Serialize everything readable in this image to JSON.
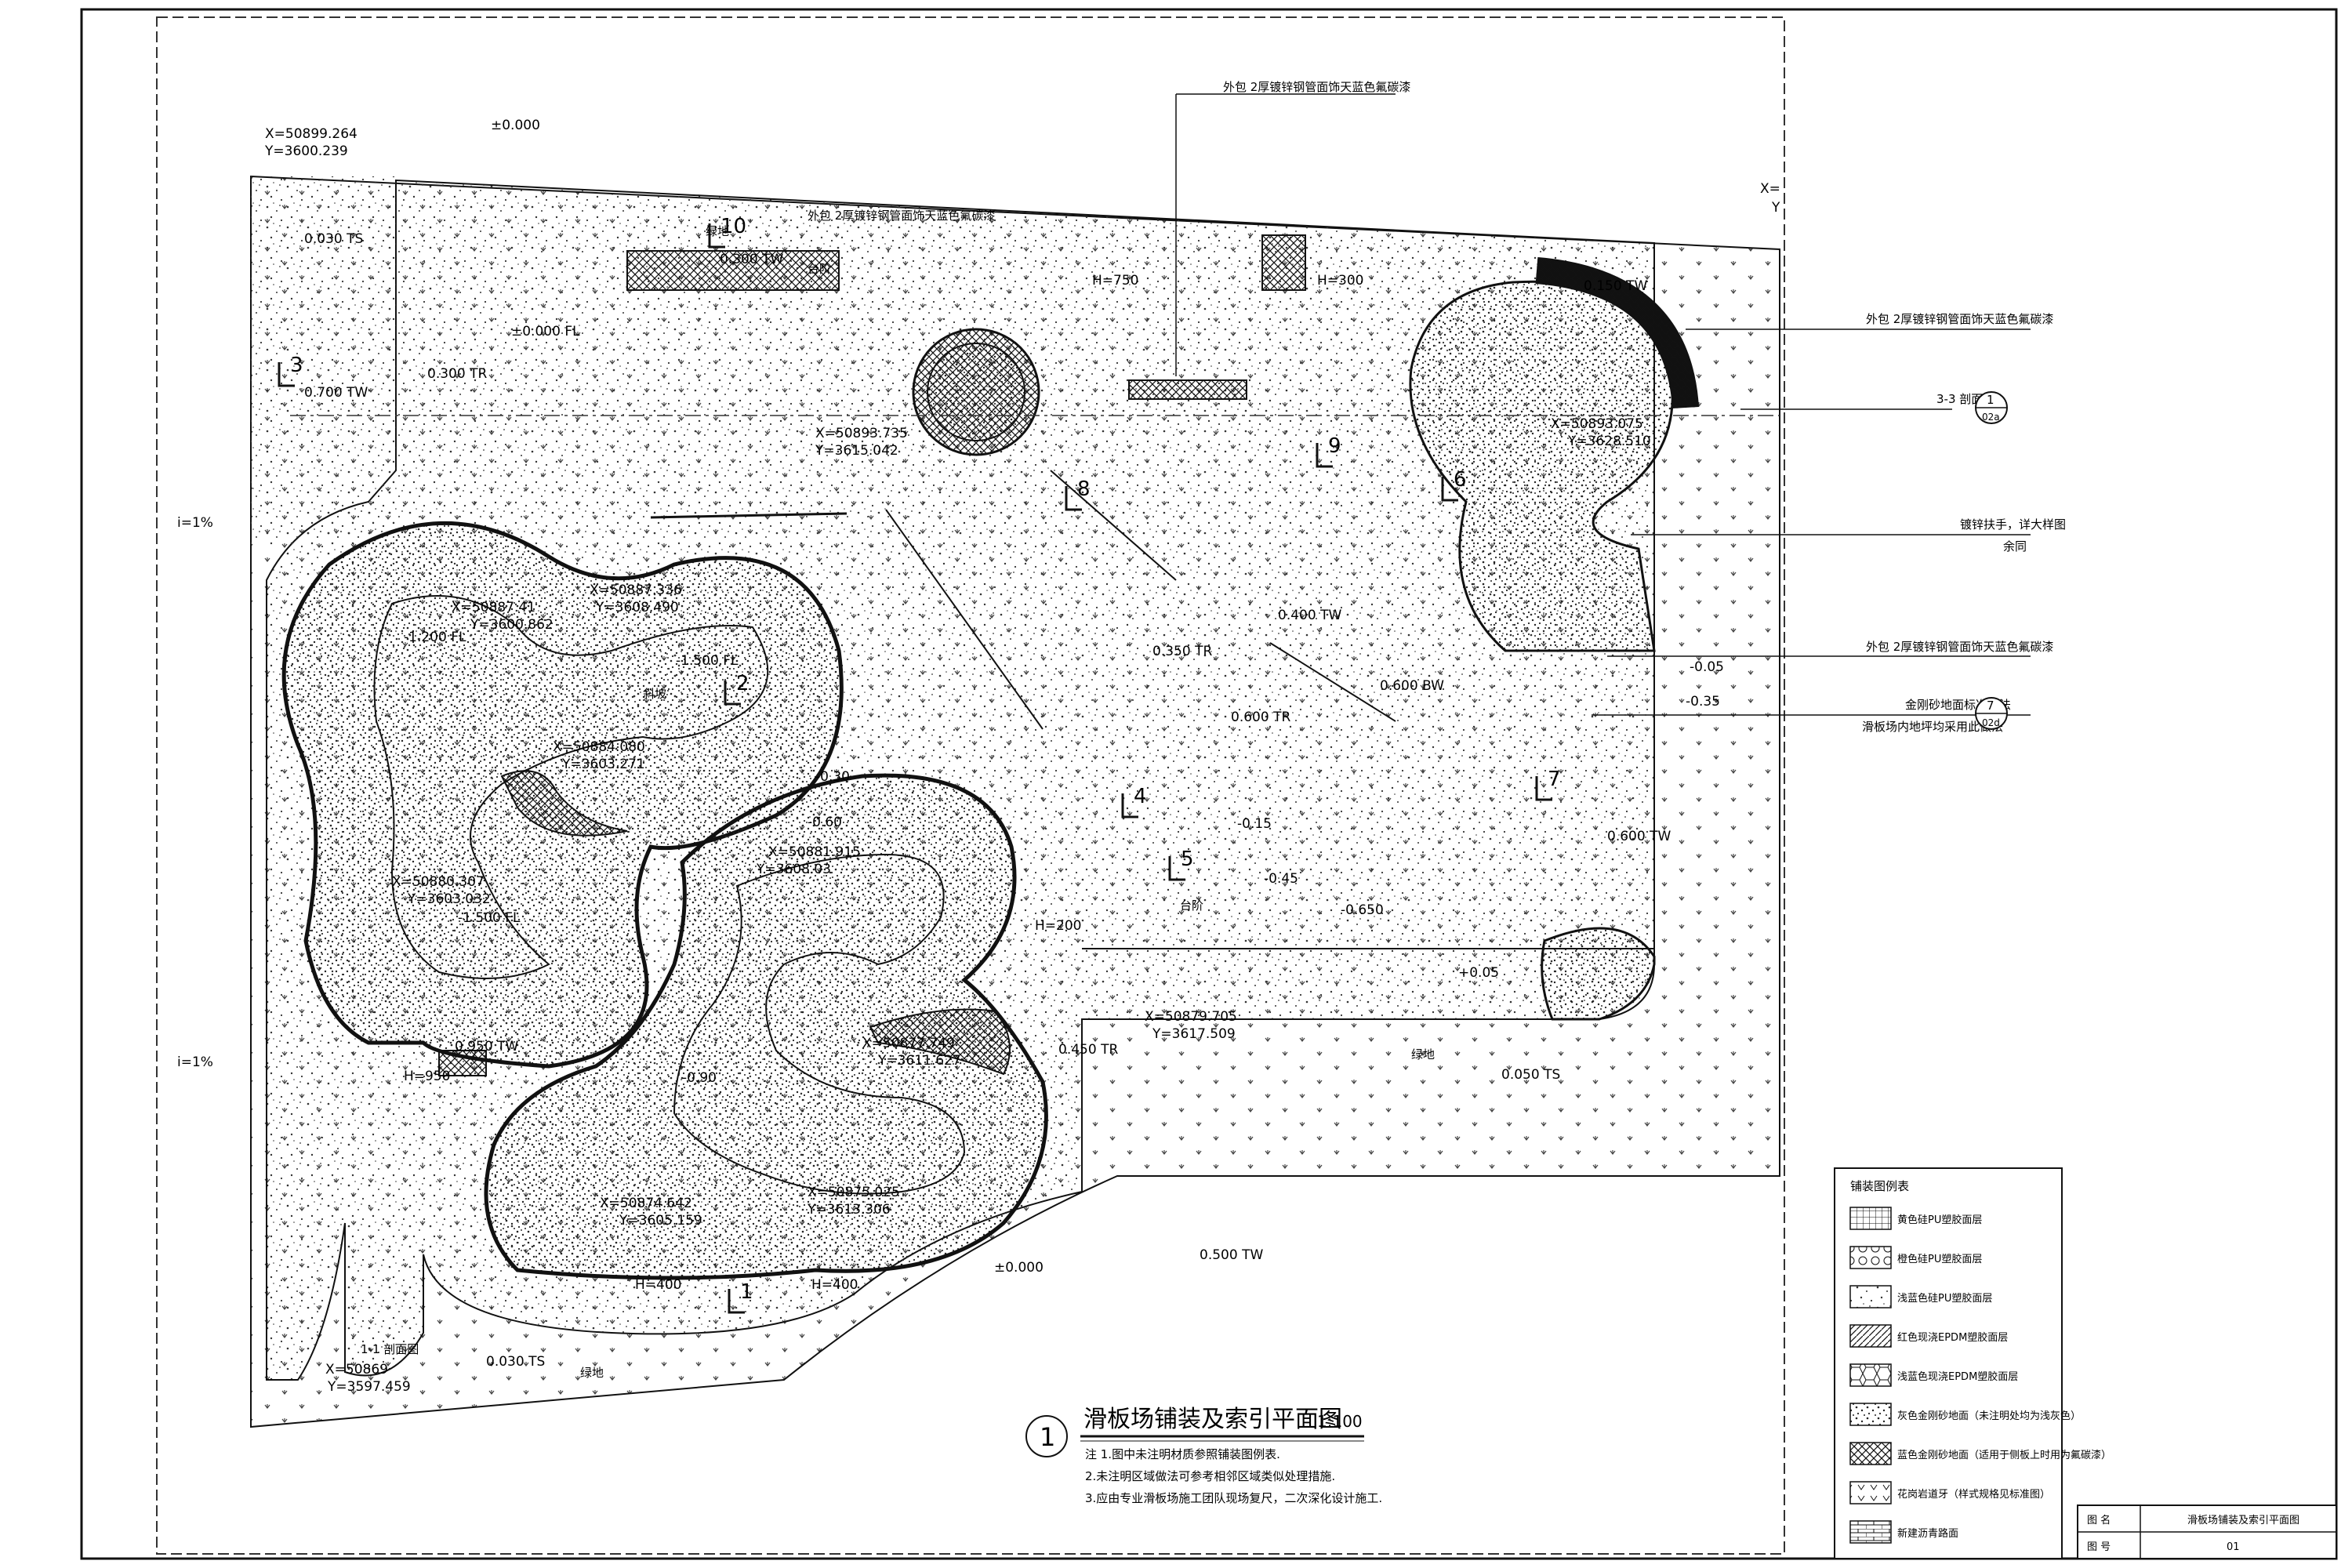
{
  "coords": {
    "top_left": [
      "X=50899.264",
      "Y=3600.239"
    ],
    "c1": [
      "X=50893.735",
      "Y=3615.042"
    ],
    "c2": [
      "X=50893.075",
      "Y=3628.510"
    ],
    "c3": [
      "X=50887.336",
      "Y=3608.490"
    ],
    "c4": [
      "X=50887.41",
      "Y=3600.862"
    ],
    "c5": [
      "X=50884.080",
      "Y=3603.271"
    ],
    "c6": [
      "X=50880.307",
      "Y=3603.032"
    ],
    "c7": [
      "X=50881.915",
      "Y=3608.03"
    ],
    "c8": [
      "X=50879.705",
      "Y=3617.509"
    ],
    "c9": [
      "X=50877.749",
      "Y=3611.627"
    ],
    "c10": [
      "X=50875.025",
      "Y=3613.306"
    ],
    "c11": [
      "X=50874.642",
      "Y=3605.159"
    ],
    "c12": [
      "X=50869",
      "Y=3597.459"
    ],
    "top_right": [
      "X=",
      "Y"
    ]
  },
  "elevations": {
    "pm000_top": "±0.000",
    "pm000_bottom": "±0.000",
    "tr300": "0.300 TR",
    "tw300": "0.300 TW",
    "tw500": "0.500 TW",
    "tw700": "0.700 TW",
    "tw150": "0.150 TW",
    "fl000": "±0.000 FL",
    "fl1200": "-1.200 FL",
    "fl1500": "-1.500 FL",
    "fl1500b": "-1.500 FL",
    "ts030": "0.030 TS",
    "ts050": "0.050 TS",
    "ts030b": "0.030 TS",
    "tw400": "0.400 TW",
    "bw600": "0.600 BW",
    "tw600": "0.600 TW",
    "tw950": "0.950 TW",
    "tr450": "0.450 TR",
    "tr600": "0.600 TR",
    "tr350": "0.350 TR",
    "m005": "-0.05",
    "m035": "-0.35",
    "p005": "+0.05",
    "m030": "-0.30",
    "m060": "-0.60",
    "m090": "-0.90",
    "m045": "-0.45",
    "m015": "-0.15",
    "m065": "-0.650",
    "h750": "H=750",
    "h300": "H=300",
    "h400": "H=400",
    "h400b": "H=400",
    "h200": "H=200",
    "h950": "H=950",
    "slope1": "i=1%",
    "slope2": "i=1%"
  },
  "labels": {
    "greenland": "绿地",
    "greenland2": "绿地",
    "greenland3": "绿地",
    "slope": "斜坡",
    "platform": "台阶",
    "platform2": "台阶"
  },
  "callouts": {
    "c_top": "外包 2厚镀锌钢管面饰天蓝色氟碳漆",
    "c_inner": "外包 2厚镀锌钢管面饰天蓝色氟碳漆",
    "c_right1": "外包 2厚镀锌钢管面饰天蓝色氟碳漆",
    "c_section3": "3-3 剖面图",
    "c_sec3_num": "1",
    "c_sec3_sheet": "02a",
    "c_rail1": "镀锌扶手，详大样图",
    "c_rail2": "余同",
    "c_right2": "外包 2厚镀锌钢管面饰天蓝色氟碳漆",
    "c_edge1": "金刚砂地面标准做法",
    "c_edge2": "滑板场内地坪均采用此做法",
    "c_edge_num": "7",
    "c_edge_sheet": "02d",
    "c_sec1": "1-1 剖面图"
  },
  "section_marks": [
    "1",
    "2",
    "3",
    "4",
    "5",
    "6",
    "7",
    "8",
    "9",
    "10"
  ],
  "title": {
    "number": "1",
    "text": "滑板场铺装及索引平面图",
    "scale": "1:100"
  },
  "notes": [
    "注  1.图中未注明材质参照铺装图例表.",
    "2.未注明区域做法可参考相邻区域类似处理措施.",
    "3.应由专业滑板场施工团队现场复尺，二次深化设计施工."
  ],
  "legend": {
    "title": "铺装图例表",
    "items": [
      {
        "pattern": "grid",
        "label": "黄色硅PU塑胶面层"
      },
      {
        "pattern": "circles",
        "label": "橙色硅PU塑胶面层"
      },
      {
        "pattern": "plus",
        "label": "浅蓝色硅PU塑胶面层"
      },
      {
        "pattern": "hatch",
        "label": "红色现浇EPDM塑胶面层"
      },
      {
        "pattern": "hex",
        "label": "浅蓝色现浇EPDM塑胶面层"
      },
      {
        "pattern": "dots",
        "label": "灰色金刚砂地面（未注明处均为浅灰色）"
      },
      {
        "pattern": "cross",
        "label": "蓝色金刚砂地面（适用于侧板上时用为氟碳漆）"
      },
      {
        "pattern": "vee",
        "label": "花岗岩道牙（样式规格见标准图）"
      },
      {
        "pattern": "brick",
        "label": "新建沥青路面"
      }
    ]
  },
  "titleblock": {
    "row1_label": "图  名",
    "row1_value": "滑板场铺装及索引平面图",
    "row2_label": "图  号",
    "row2_value": "01"
  }
}
